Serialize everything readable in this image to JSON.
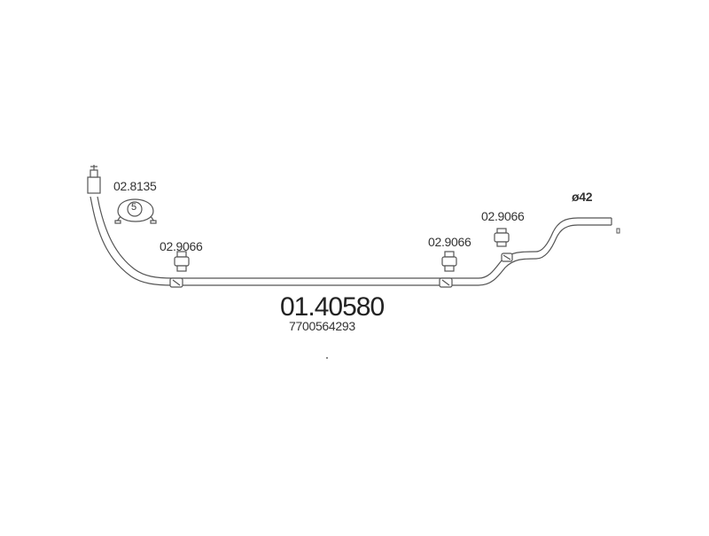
{
  "main_part_number": "01.40580",
  "oem_number": "7700564293",
  "diameter_label": "ø42",
  "clamp": {
    "part_number": "02.8135",
    "badge": "5"
  },
  "hangers": [
    {
      "part_number": "02.9066"
    },
    {
      "part_number": "02.9066"
    },
    {
      "part_number": "02.9066"
    }
  ]
}
